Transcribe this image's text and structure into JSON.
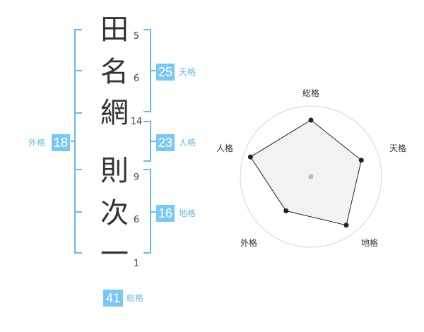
{
  "name": {
    "chars": [
      {
        "char": "田",
        "strokes": "5"
      },
      {
        "char": "名",
        "strokes": "6"
      },
      {
        "char": "網",
        "strokes": "14"
      },
      {
        "char": "則",
        "strokes": "9"
      },
      {
        "char": "次",
        "strokes": "6"
      },
      {
        "char": "一",
        "strokes": "1"
      }
    ]
  },
  "scores": {
    "tenkaku": {
      "value": "25",
      "label": "天格"
    },
    "jinkaku": {
      "value": "23",
      "label": "人格"
    },
    "chikaku": {
      "value": "16",
      "label": "地格"
    },
    "gaikaku": {
      "value": "18",
      "label": "外格"
    },
    "soukaku": {
      "value": "41",
      "label": "総格"
    }
  },
  "colors": {
    "accent": "#78c8f5",
    "bracket": "#6ab8ea",
    "radar_fill": "#efefef",
    "radar_line": "#222222"
  },
  "chart_data": {
    "type": "radar",
    "axes": [
      "総格",
      "天格",
      "地格",
      "外格",
      "人格"
    ],
    "values": [
      0.8,
      0.75,
      0.85,
      0.6,
      0.9
    ],
    "rings": 4
  }
}
